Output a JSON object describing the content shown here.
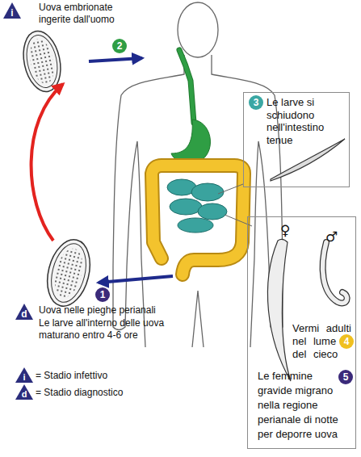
{
  "diagram": {
    "nodes": [
      {
        "text": [
          "i"
        ]
      },
      {
        "text": [
          "2"
        ]
      },
      {
        "text": [
          "Le larve si schiudono nell'intestino tenue"
        ]
      },
      {
        "text": [
          "3"
        ],
        "in": 2
      },
      {
        "text": [
          "♀",
          "♂",
          "Vermi adulti nel lume del cieco",
          "Le femmine gravide migrano nella regione perianale di notte per deporre uova"
        ]
      },
      {
        "text": [
          "4"
        ],
        "in": 4
      },
      {
        "text": [
          "5"
        ],
        "in": 4
      },
      {
        "text": [
          "1"
        ]
      },
      {
        "text": [
          "d"
        ]
      }
    ],
    "labels": [
      "Uova embrionate ingerite dall'uomo",
      "Uova nelle pieghe perianali",
      "Le larve all'interno delle uova maturano entro 4-6 ore",
      "i",
      "d"
    ],
    "legend": [
      {
        "text": "= Stadio infettivo"
      },
      {
        "text": "= Stadio diagnostico"
      }
    ]
  }
}
